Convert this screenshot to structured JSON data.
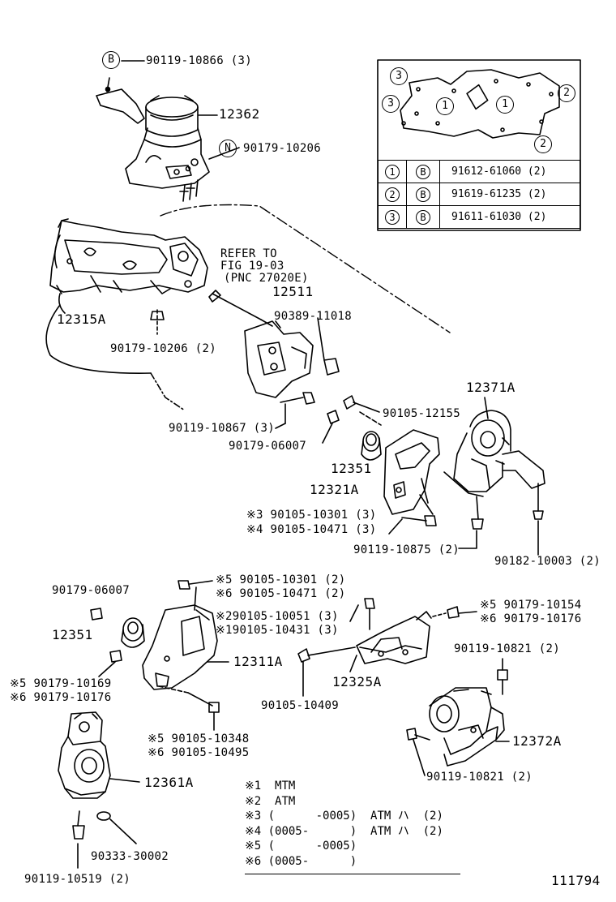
{
  "top_callouts": {
    "b_circle": "B",
    "n_circle": "N",
    "top_bolt": "90119-10866 (3)",
    "nut_top": "90179-10206",
    "right_mount_insulator": "12362"
  },
  "inset": {
    "callouts": [
      "3",
      "3",
      "1",
      "1",
      "2",
      "2"
    ],
    "table": [
      {
        "num": "1",
        "mark": "B",
        "part": "91612-61060 (2)"
      },
      {
        "num": "2",
        "mark": "B",
        "part": "91619-61235 (2)"
      },
      {
        "num": "3",
        "mark": "B",
        "part": "91611-61030 (2)"
      }
    ]
  },
  "upper_left": {
    "bracket": "12315A",
    "nut": "90179-10206 (2)",
    "bolt": "90119-10867 (3)"
  },
  "refer": {
    "line1": "REFER TO",
    "line2": "FIG 19-03",
    "line3": "(PNC 27020E)"
  },
  "center": {
    "bracket": "12511",
    "cap": "90389-11018",
    "bolt": "90105-12155",
    "nut": "90179-06007",
    "stopper": "12351",
    "bracket_a": "12321A",
    "bolt_3": "※3 90105-10301 (3)",
    "bolt_4": "※4 90105-10471 (3)",
    "bolt_bottom": "90119-10875 (2)"
  },
  "rear_mount": {
    "insulator": "12371A",
    "nut": "90182-10003 (2)"
  },
  "lower_left": {
    "nut_top": "90179-06007",
    "stopper": "12351",
    "bolt_5": "※5 90105-10301 (2)",
    "bolt_6": "※6 90105-10471 (2)",
    "bolt_2": "※290105-10051 (3)",
    "bolt_1": "※190105-10431 (3)",
    "bracket": "12311A",
    "nut_5": "※5 90179-10169",
    "nut_6": "※6 90179-10176",
    "bolt_b5": "※5 90105-10348",
    "bolt_b6": "※6 90105-10495",
    "left_insulator": "12361A",
    "plug": "90333-30002",
    "bolt_bottom": "90119-10519 (2)"
  },
  "lower_center": {
    "bracket": "12325A",
    "bolt": "90105-10409"
  },
  "lower_right": {
    "nut_5": "※5 90179-10154",
    "nut_6": "※6 90179-10176",
    "bolt_top": "90119-10821 (2)",
    "insulator": "12372A",
    "bolt_bottom": "90119-10821 (2)"
  },
  "notes": [
    "※1  MTM",
    "※2  ATM",
    "※3 (      -0005)  ATM ハ  (2)",
    "※4 (0005-      )  ATM ハ  (2)",
    "※5 (      -0005)",
    "※6 (0005-      )"
  ],
  "figure_id": "111794"
}
